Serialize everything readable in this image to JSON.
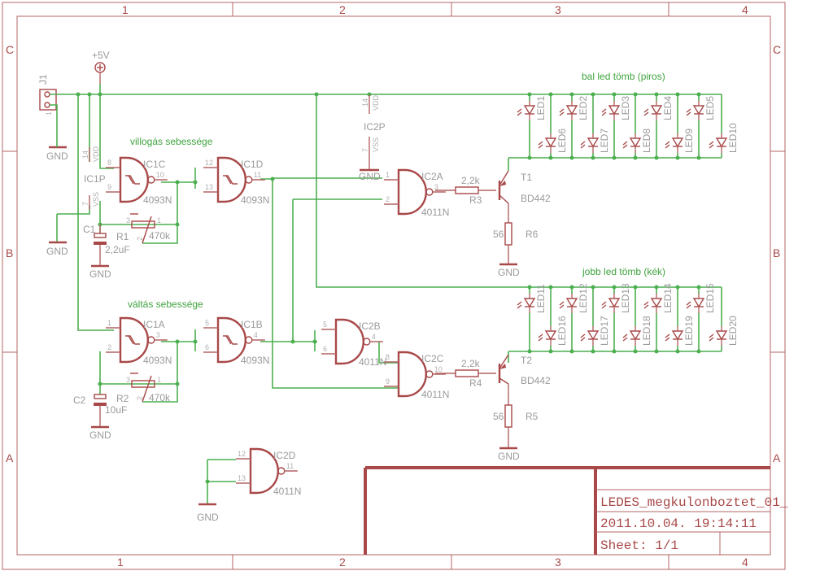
{
  "sheet": {
    "columns": [
      "1",
      "2",
      "3",
      "4"
    ],
    "rows": [
      "C",
      "B",
      "A"
    ],
    "title_block": {
      "name": "LEDES_megkulonboztet_01_",
      "datetime": "2011.10.04. 19:14:11",
      "sheet": "Sheet: 1/1"
    }
  },
  "colors": {
    "frame": "#b46464",
    "symbol": "#a84848",
    "wire": "#4caf50",
    "label": "#9a9a9a",
    "note": "#3fa33f"
  },
  "notes": {
    "blink_speed": "villogás sebessége",
    "switch_speed": "váltás sebessége",
    "left_led_bank": "bal led tömb (piros)",
    "right_led_bank": "jobb led tömb (kék)"
  },
  "power": {
    "supply": "+5V",
    "gnd": "GND",
    "connector": {
      "name": "J1",
      "pin": "1"
    }
  },
  "ic_power": [
    {
      "name": "IC1P",
      "vdd_pin": "14",
      "vdd": "VDD",
      "vss_pin": "7",
      "vss": "VSS"
    },
    {
      "name": "IC2P",
      "vdd_pin": "14",
      "vdd": "VDD",
      "vss_pin": "7",
      "vss": "VSS"
    }
  ],
  "gates": [
    {
      "name": "IC1C",
      "part": "4093N",
      "pins": [
        "8",
        "9",
        "10"
      ]
    },
    {
      "name": "IC1D",
      "part": "4093N",
      "pins": [
        "12",
        "13",
        "11"
      ]
    },
    {
      "name": "IC1A",
      "part": "4093N",
      "pins": [
        "1",
        "2",
        "3"
      ]
    },
    {
      "name": "IC1B",
      "part": "4093N",
      "pins": [
        "5",
        "6",
        "4"
      ]
    },
    {
      "name": "IC2A",
      "part": "4011N",
      "pins": [
        "1",
        "2",
        "3"
      ]
    },
    {
      "name": "IC2B",
      "part": "4011N",
      "pins": [
        "5",
        "6",
        "4"
      ]
    },
    {
      "name": "IC2C",
      "part": "4011N",
      "pins": [
        "8",
        "9",
        "10"
      ]
    },
    {
      "name": "IC2D",
      "part": "4011N",
      "pins": [
        "12",
        "13",
        "11"
      ]
    }
  ],
  "passives": {
    "C1": {
      "name": "C1",
      "value": "2,2uF"
    },
    "C2": {
      "name": "C2",
      "value": "10uF"
    },
    "R1": {
      "name": "R1",
      "value": "470k",
      "pins": [
        "3",
        "1",
        "2"
      ]
    },
    "R2": {
      "name": "R2",
      "value": "470k",
      "pins": [
        "3",
        "1",
        "2"
      ]
    },
    "R3": {
      "name": "R3",
      "value": "2,2k"
    },
    "R4": {
      "name": "R4",
      "value": "2,2k"
    },
    "R5": {
      "name": "R5",
      "value": "56"
    },
    "R6": {
      "name": "R6",
      "value": "56"
    }
  },
  "transistors": [
    {
      "name": "T1",
      "part": "BD442"
    },
    {
      "name": "T2",
      "part": "BD442"
    }
  ],
  "leds_top": {
    "upper": [
      "LED1",
      "LED2",
      "LED3",
      "LED4",
      "LED5"
    ],
    "lower": [
      "LED6",
      "LED7",
      "LED8",
      "LED9",
      "LED10"
    ]
  },
  "leds_bottom": {
    "upper": [
      "LED11",
      "LED12",
      "LED13",
      "LED14",
      "LED15"
    ],
    "lower": [
      "LED16",
      "LED17",
      "LED18",
      "LED19",
      "LED20"
    ]
  }
}
